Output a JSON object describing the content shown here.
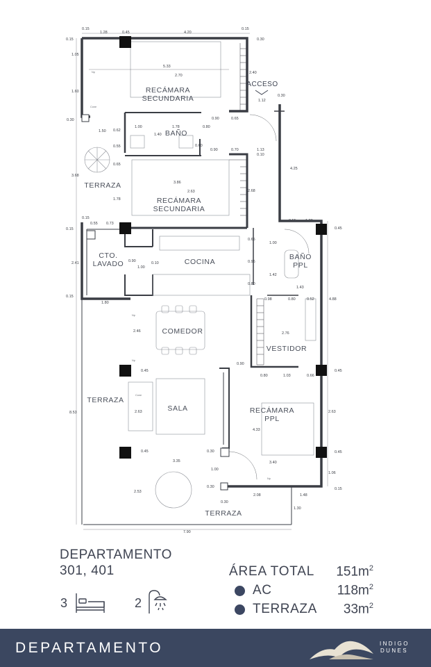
{
  "plan": {
    "rooms": {
      "recamara_sec_1": [
        "RECÁMARA",
        "SECUNDARIA"
      ],
      "bano": "BAÑO",
      "terraza_left_top": "TERRAZA",
      "recamara_sec_2": [
        "RECÁMARA",
        "SECUNDARIA"
      ],
      "cto_lavado": [
        "CTO.",
        "LAVADO"
      ],
      "cocina": "COCINA",
      "bano_ppl": [
        "BAÑO",
        "PPL"
      ],
      "comedor": "COMEDOR",
      "vestidor": "VESTIDOR",
      "terraza_left_mid": "TERRAZA",
      "sala": "SALA",
      "recamara_ppl": [
        "RECÁMARA",
        "PPL"
      ],
      "terraza_bottom": "TERRAZA",
      "acceso": "ACCESO"
    },
    "dimensions": [
      "0.15",
      "1.28",
      "0.45",
      "4.20",
      "0.15",
      "0.15",
      "1.05",
      "5.33",
      "2.70",
      "1.60",
      "2.40",
      "0.30",
      "1.12",
      "0.30",
      "0.30",
      "1.50",
      "0.62",
      "1.00",
      "1.78",
      "0.80",
      "0.90",
      "0.65",
      "0.55",
      "1.40",
      "0.60",
      "0.90",
      "0.70",
      "1.13",
      "0.10",
      "0.65",
      "3.68",
      "1.78",
      "3.86",
      "2.63",
      "2.68",
      "4.25",
      "0.15",
      "0.55",
      "0.73",
      "0.55",
      "1.28",
      "0.45",
      "0.15",
      "0.65",
      "1.00",
      "2.41",
      "0.90",
      "0.10",
      "1.00",
      "0.96",
      "1.42",
      "0.80",
      "1.43",
      "0.15",
      "1.80",
      "0.98",
      "0.80",
      "0.52",
      "4.88",
      "2.46",
      "2.76",
      "0.90",
      "0.45",
      "0.80",
      "1.03",
      "0.66",
      "0.45",
      "2.63",
      "8.53",
      "4.33",
      "2.63",
      "0.45",
      "0.30",
      "3.35",
      "3.40",
      "0.45",
      "1.00",
      "1.06",
      "0.30",
      "2.53",
      "0.30",
      "2.08",
      "1.48",
      "0.15",
      "1.30",
      "7.90"
    ],
    "notes": [
      "Np",
      "Cone",
      "Np",
      "Np",
      "Cone",
      "Np"
    ]
  },
  "info": {
    "title": "DEPARTAMENTO",
    "units": "301, 401",
    "bedrooms": "3",
    "bathrooms": "2",
    "area_total_label": "ÁREA TOTAL",
    "area_total_value": "151m",
    "ac_label": "AC",
    "ac_value": "118m",
    "terraza_label": "TERRAZA",
    "terraza_value": "33m",
    "area_unit_exp": "2"
  },
  "footer": {
    "title": "DEPARTAMENTO",
    "brand_line1": "INDIGO",
    "brand_line2": "DUNES"
  },
  "colors": {
    "wall": "#3a3d44",
    "column": "#111111",
    "text": "#3f4452",
    "footer": "#3b4760",
    "dot": "#3c4762"
  }
}
